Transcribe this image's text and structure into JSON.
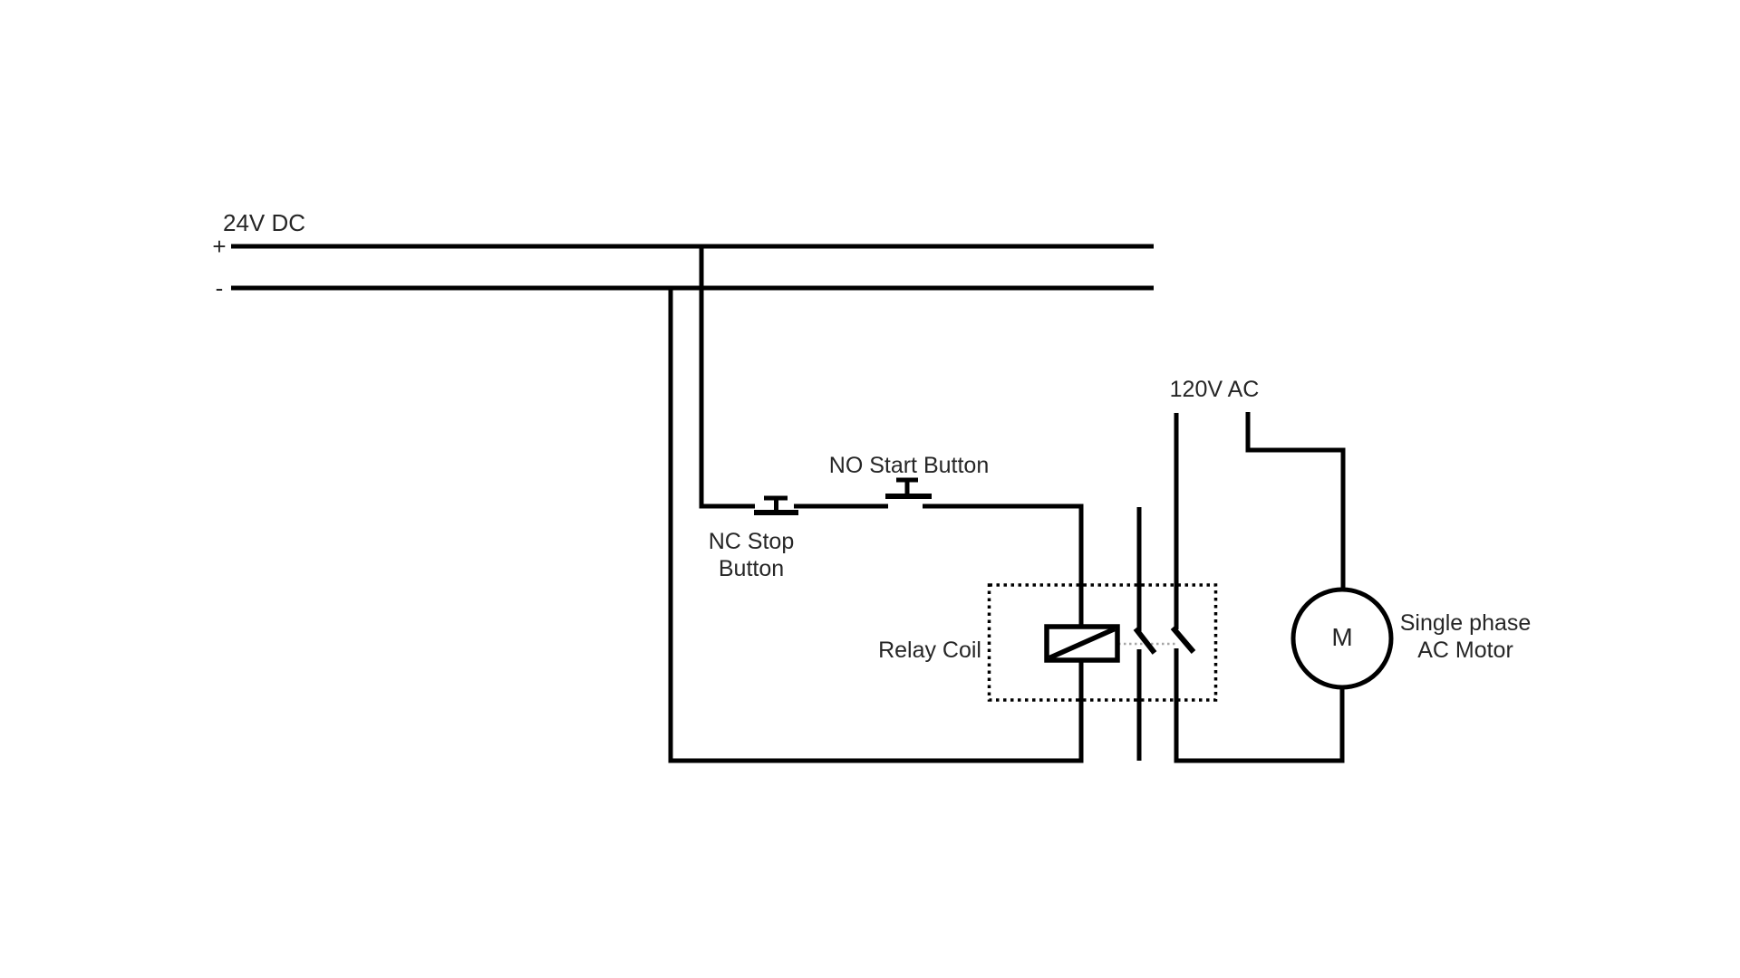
{
  "labels": {
    "dc_supply": "24V DC",
    "dc_plus": "+",
    "dc_minus": "-",
    "nc_stop_line1": "NC Stop",
    "nc_stop_line2": "Button",
    "no_start": "NO Start Button",
    "relay_coil": "Relay Coil",
    "ac_supply": "120V AC",
    "motor_symbol": "M",
    "motor_line1": "Single phase",
    "motor_line2": "AC Motor"
  },
  "colors": {
    "wire": "#000000",
    "text": "#262626",
    "mechanical_link": "#a6a6a6",
    "background": "#ffffff"
  }
}
